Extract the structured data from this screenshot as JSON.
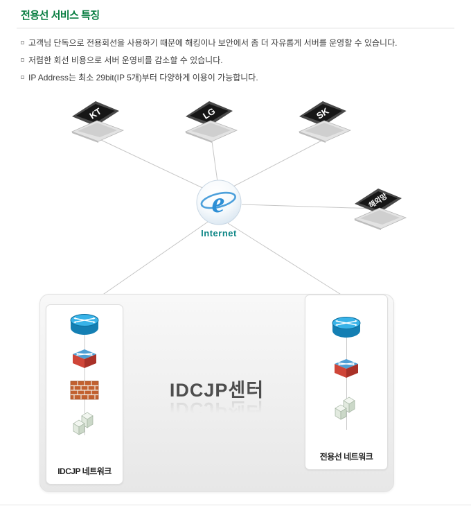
{
  "page": {
    "title": "전용선 서비스 특징",
    "bullets": [
      "고객님 단독으로 전용회선을 사용하기 때문에 해킹이나 보안에서 좀 더 자유롭게 서버를 운영할 수 있습니다.",
      "저렴한 회선 비용으로 서버 운영비를 감소할 수 있습니다.",
      "IP Address는 최소 29bit(IP 5개)부터 다양하게 이용이 가능합니다."
    ]
  },
  "diagram": {
    "laptops": {
      "kt": "KT",
      "lg": "LG",
      "sk": "SK",
      "overseas": "해외망"
    },
    "internet": {
      "label": "Internet",
      "logo_glyph": "e"
    },
    "datacenter": {
      "label": "IDCJP센터"
    },
    "left_network": {
      "label": "IDCJP 네트워크",
      "icons": [
        "router-icon",
        "switch-icon",
        "firewall-icon",
        "server-icon"
      ]
    },
    "right_network": {
      "label": "전용선 네트워크",
      "icons": [
        "router-icon",
        "switch-icon",
        "server-icon"
      ]
    }
  },
  "colors": {
    "title_green": "#067c3f",
    "internet_teal": "#0b8585",
    "center_label_gray": "#4d4d4d",
    "connection_line_gray": "#c6c6c6"
  }
}
